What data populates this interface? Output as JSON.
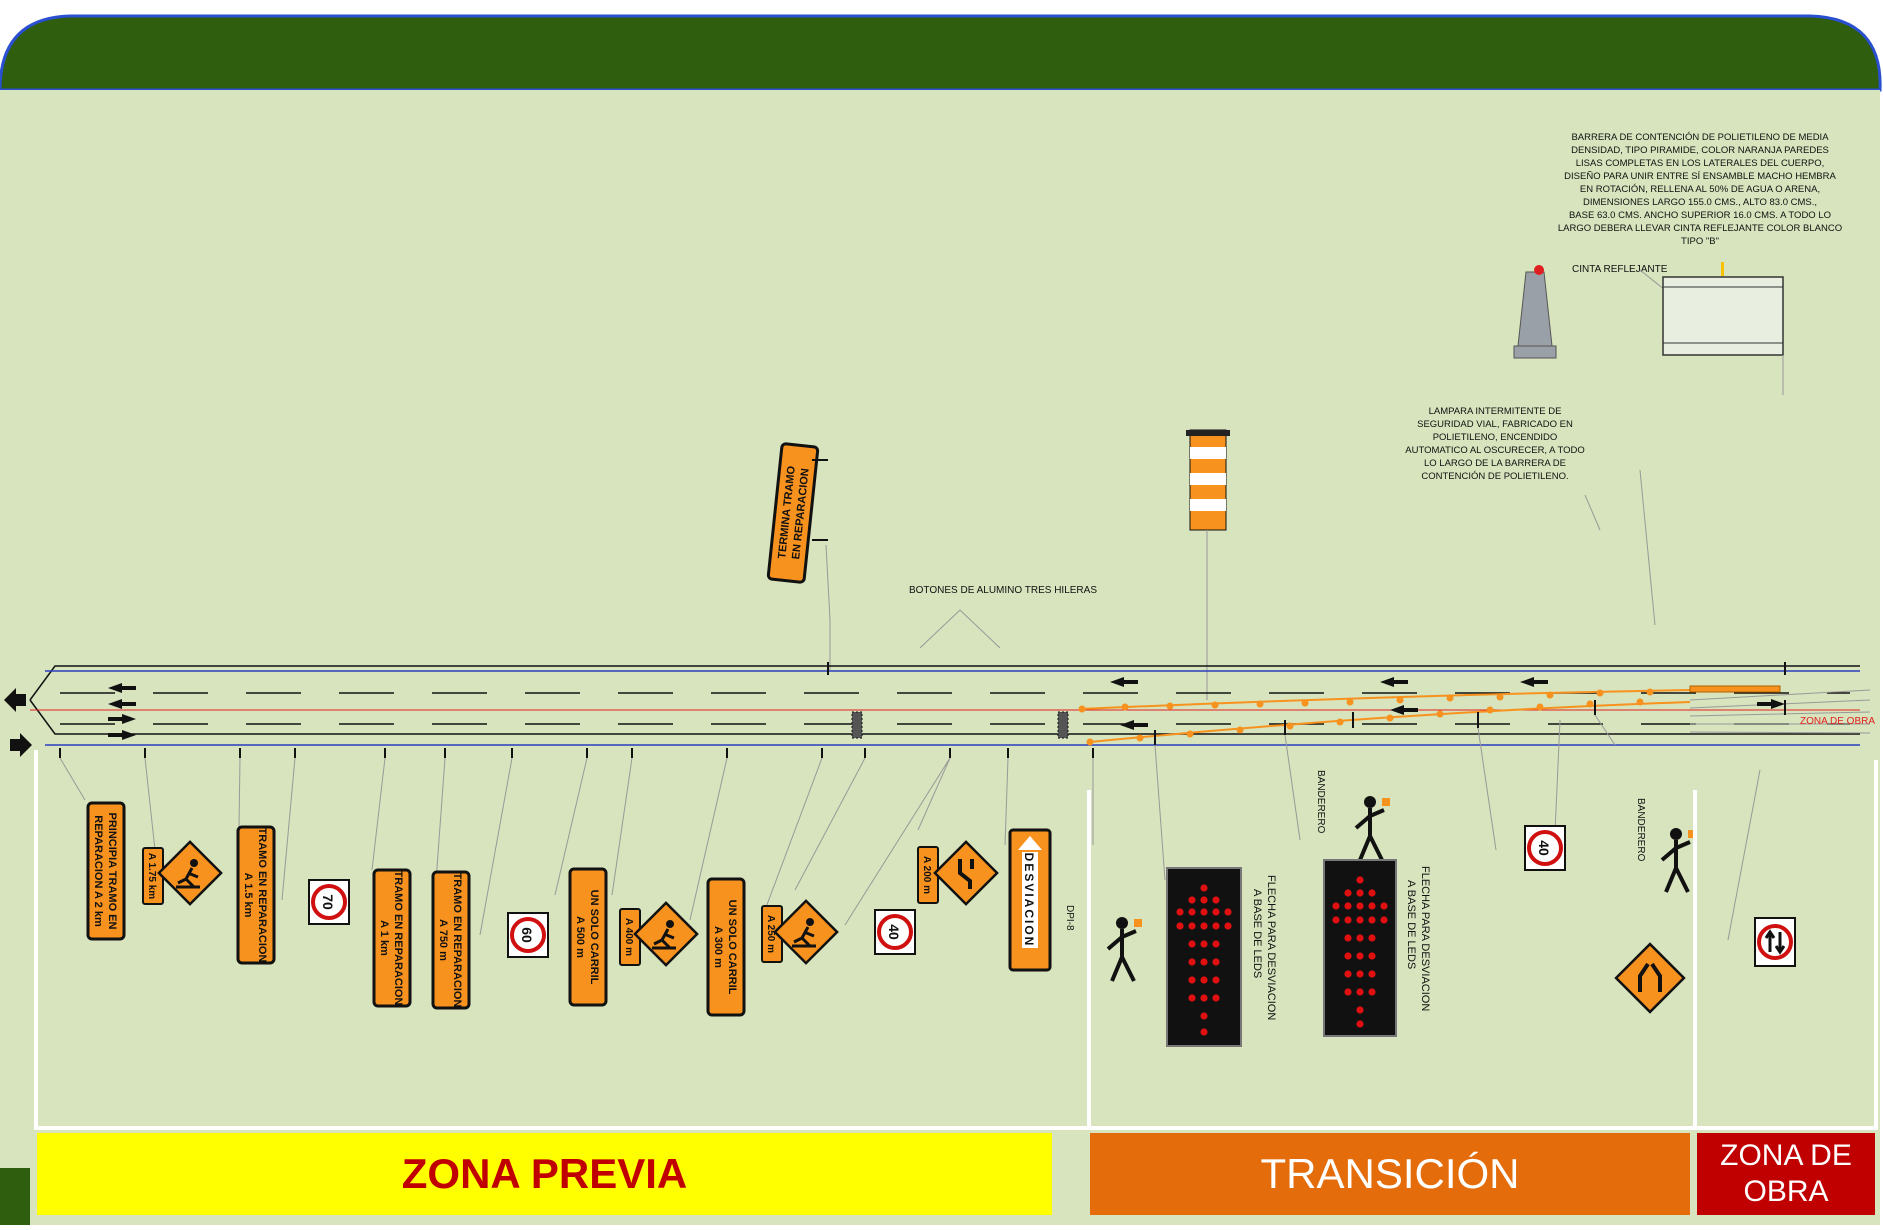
{
  "colors": {
    "header_green": "#2f5e0e",
    "panel": "#d7e4bd",
    "sign_orange": "#f7921e",
    "zone_previa": "#ffff00",
    "transicion": "#e46c0a",
    "zona_obra": "#c00000",
    "lane_blue": "#2a3fbf",
    "lane_red": "#e02020"
  },
  "notes": {
    "barrera": [
      "BARRERA DE CONTENCIÓN DE POLIETILENO DE MEDIA",
      "DENSIDAD, TIPO PIRAMIDE, COLOR NARANJA PAREDES",
      "LISAS COMPLETAS EN LOS LATERALES DEL CUERPO,",
      "DISEÑO PARA UNIR ENTRE SÍ ENSAMBLE MACHO HEMBRA",
      "EN ROTACIÓN, RELLENA AL 50% DE AGUA O ARENA,",
      "DIMENSIONES LARGO 155.0 CMS., ALTO 83.0 CMS.,",
      "BASE 63.0 CMS. ANCHO SUPERIOR 16.0 CMS. A TODO LO",
      "LARGO DEBERA LLEVAR CINTA REFLEJANTE COLOR BLANCO",
      "TIPO \"B\""
    ],
    "cinta": "CINTA REFLEJANTE",
    "lampara": [
      "LAMPARA INTERMITENTE DE",
      "SEGURIDAD VIAL, FABRICADO EN",
      "POLIETILENO, ENCENDIDO",
      "AUTOMATICO AL OSCURECER, A TODO",
      "LO LARGO DE LA BARRERA DE",
      "CONTENCIÓN DE POLIETILENO."
    ],
    "botones": "BOTONES DE ALUMINO TRES HILERAS",
    "zona_obra_road": "ZONA DE OBRA"
  },
  "signs": {
    "termina": [
      "TERMINA TRAMO",
      "EN REPARACION"
    ],
    "principia": [
      "PRINCIPIA TRAMO EN",
      "REPARACION A 2 km"
    ],
    "a175": "A 1.75 km",
    "tramo15": [
      "TRAMO EN REPARACION",
      "A 1.5 km"
    ],
    "speed70": "70",
    "tramo1": [
      "TRAMO EN REPARACION",
      "A 1 km"
    ],
    "tramo750": [
      "TRAMO EN REPARACION",
      "A 750 m"
    ],
    "speed60": "60",
    "carril500": [
      "UN SOLO CARRIL",
      "A 500 m"
    ],
    "a400": "A 400 m",
    "carril300": [
      "UN SOLO CARRIL",
      "A 300 m"
    ],
    "a250": "A 250 m",
    "speed40a": "40",
    "a200": "A 200 m",
    "desviacion": "DESVIACION",
    "dpi": "DPI-8",
    "speed40b": "40"
  },
  "labels": {
    "flecha1": [
      "FLECHA PARA DESVIACION",
      "A BASE DE LEDS"
    ],
    "flecha2": [
      "FLECHA PARA DESVIACION",
      "A BASE DE LEDS"
    ],
    "banderero1": "BANDERERO",
    "banderero2": "BANDERERO"
  },
  "zones": {
    "previa": "ZONA PREVIA",
    "transicion": "TRANSICIÓN",
    "obra": "ZONA DE OBRA"
  }
}
